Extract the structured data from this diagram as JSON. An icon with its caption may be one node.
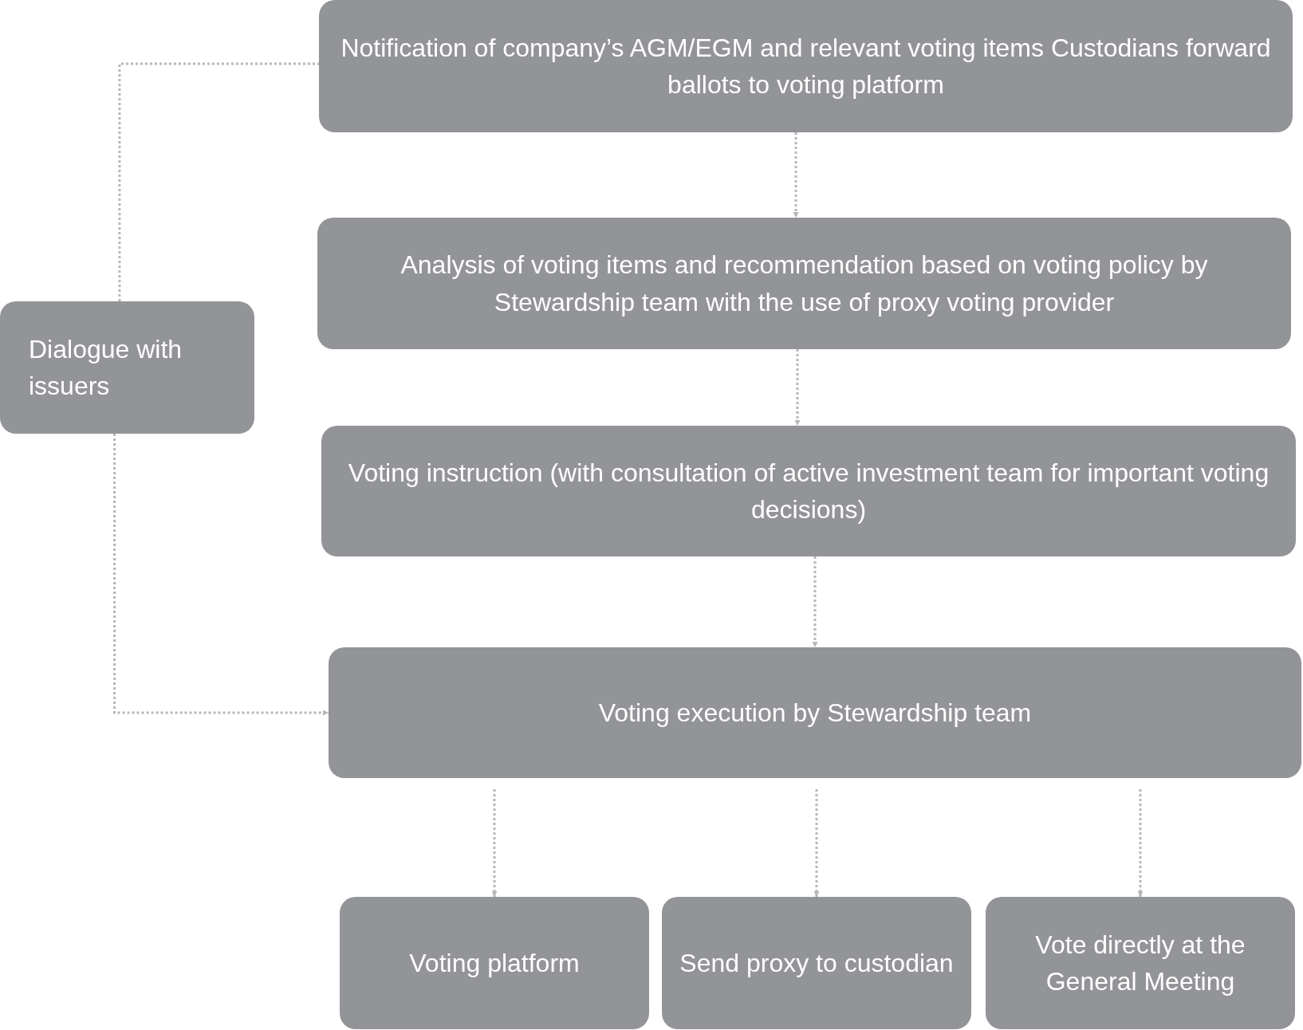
{
  "diagram": {
    "nodes": [
      {
        "text": [
          "Notification of company’s AGM/EGM and relevant voting items Custodians forward ballots to voting platform"
        ]
      },
      {
        "text": [
          "Analysis of voting items and recommendation based on voting policy by Stewardship team with the use of proxy voting provider"
        ]
      },
      {
        "text": [
          "Voting instruction (with consultation of active investment team for important voting decisions)"
        ]
      },
      {
        "text": [
          "Voting execution by Stewardship team"
        ]
      },
      {
        "text": [
          "Dialogue with issuers"
        ]
      },
      {
        "text": [
          "Voting platform"
        ]
      },
      {
        "text": [
          "Send proxy to custodian"
        ]
      },
      {
        "text": [
          "Vote directly at the General Meeting"
        ]
      }
    ],
    "edges": [
      {
        "from": 0,
        "to": 1,
        "arrow": "to"
      },
      {
        "from": 1,
        "to": 2,
        "arrow": "to"
      },
      {
        "from": 2,
        "to": 3,
        "arrow": "to"
      },
      {
        "from": 3,
        "to": 5,
        "arrow": "to"
      },
      {
        "from": 3,
        "to": 6,
        "arrow": "to"
      },
      {
        "from": 3,
        "to": 7,
        "arrow": "to"
      },
      {
        "from": 4,
        "to": 0,
        "arrow": "none"
      },
      {
        "from": 4,
        "to": 3,
        "arrow": "to"
      }
    ]
  }
}
